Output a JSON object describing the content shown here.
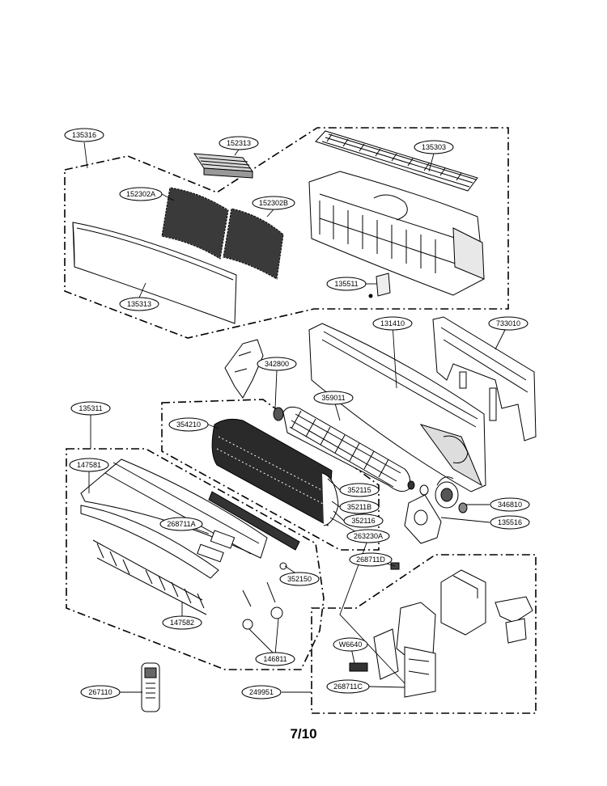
{
  "parts": {
    "p135316": "135316",
    "p152313": "152313",
    "p135303": "135303",
    "p152302A": "152302A",
    "p152302B": "152302B",
    "p135313": "135313",
    "p135511": "135511",
    "p131410": "131410",
    "p733010": "733010",
    "p342800": "342800",
    "p359011": "359011",
    "p135311": "135311",
    "p354210": "354210",
    "p147581": "147581",
    "p352115": "352115",
    "p35211B": "35211B",
    "p346810": "346810",
    "p352116": "352116",
    "p268711A": "268711A",
    "p263230A": "263230A",
    "p135516": "135516",
    "p268711D": "268711D",
    "p352150": "352150",
    "p147582": "147582",
    "pW6640": "W6640",
    "p146811": "146811",
    "p268711C": "268711C",
    "p267110": "267110",
    "p249951": "249951"
  },
  "page": {
    "number": "7/10"
  }
}
